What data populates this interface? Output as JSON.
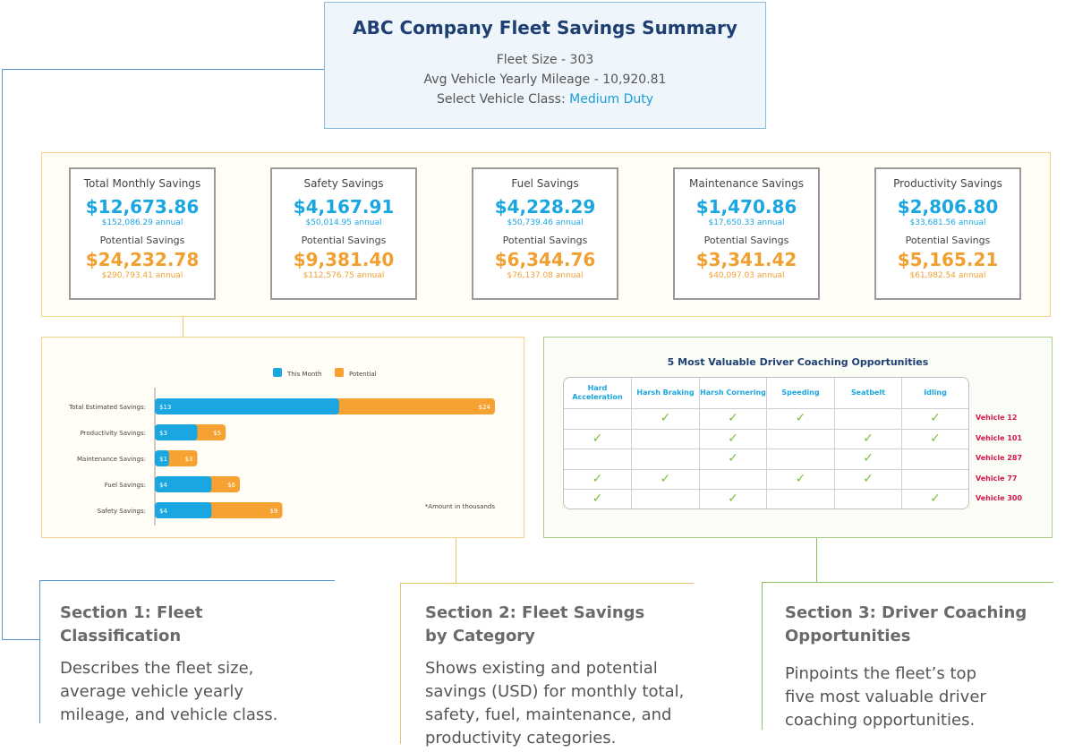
{
  "header": {
    "title": "ABC Company Fleet Savings Summary",
    "fleet_size": "Fleet Size - 303",
    "avg_mileage": "Avg Vehicle Yearly Mileage - 10,920.81",
    "class_label": "Select Vehicle Class:",
    "class_value": "Medium Duty"
  },
  "cards": [
    {
      "title": "Total Monthly Savings",
      "amount": "$12,673.86",
      "annual": "$152,086.29 annual",
      "potential_label": "Potential Savings",
      "potential_amount": "$24,232.78",
      "potential_annual": "$290,793.41 annual"
    },
    {
      "title": "Safety Savings",
      "amount": "$4,167.91",
      "annual": "$50,014.95 annual",
      "potential_label": "Potential Savings",
      "potential_amount": "$9,381.40",
      "potential_annual": "$112,576.75 annual"
    },
    {
      "title": "Fuel Savings",
      "amount": "$4,228.29",
      "annual": "$50,739.46 annual",
      "potential_label": "Potential Savings",
      "potential_amount": "$6,344.76",
      "potential_annual": "$76,137.08 annual"
    },
    {
      "title": "Maintenance Savings",
      "amount": "$1,470.86",
      "annual": "$17,650.33 annual",
      "potential_label": "Potential Savings",
      "potential_amount": "$3,341.42",
      "potential_annual": "$40,097.03 annual"
    },
    {
      "title": "Productivity Savings",
      "amount": "$2,806.80",
      "annual": "$33,681.56 annual",
      "potential_label": "Potential Savings",
      "potential_amount": "$5,165.21",
      "potential_annual": "$61,982.54 annual"
    }
  ],
  "chart_data": {
    "type": "bar",
    "orientation": "horizontal",
    "stacked": true,
    "categories": [
      "Total Estimated Savings:",
      "Productivity Savings:",
      "Maintenance Savings:",
      "Fuel Savings:",
      "Safety Savings:"
    ],
    "series": [
      {
        "name": "This Month",
        "values": [
          13,
          3,
          1,
          4,
          4
        ],
        "labels": [
          "$13",
          "$3",
          "$1",
          "$4",
          "$4"
        ],
        "color": "#1aa6e0"
      },
      {
        "name": "Potential",
        "values": [
          24,
          5,
          3,
          6,
          9
        ],
        "labels": [
          "$24",
          "$5",
          "$3",
          "$6",
          "$9"
        ],
        "color": "#f5a233"
      }
    ],
    "xlim": [
      0,
      24
    ],
    "legend": "top-center",
    "note": "*Amount in thousands",
    "grid": false
  },
  "coaching": {
    "title": "5 Most Valuable Driver Coaching Opportunities",
    "columns": [
      "Hard Acceleration",
      "Harsh Braking",
      "Harsh Cornering",
      "Speeding",
      "Seatbelt",
      "Idling"
    ],
    "rows": [
      {
        "vehicle": "Vehicle 12",
        "checks": [
          false,
          true,
          true,
          true,
          false,
          true
        ]
      },
      {
        "vehicle": "Vehicle 101",
        "checks": [
          true,
          false,
          true,
          false,
          true,
          true
        ]
      },
      {
        "vehicle": "Vehicle 287",
        "checks": [
          false,
          false,
          true,
          false,
          true,
          false
        ]
      },
      {
        "vehicle": "Vehicle 77",
        "checks": [
          true,
          true,
          false,
          true,
          true,
          false
        ]
      },
      {
        "vehicle": "Vehicle 300",
        "checks": [
          true,
          false,
          true,
          false,
          false,
          true
        ]
      }
    ],
    "check_glyph": "✓"
  },
  "sections": [
    {
      "title_1": "Section 1: Fleet",
      "title_2": "Classification",
      "desc": [
        "Describes the fleet size,",
        "average vehicle yearly",
        "mileage, and vehicle class."
      ]
    },
    {
      "title_1": "Section 2: Fleet Savings",
      "title_2": "by Category",
      "desc": [
        "Shows existing and potential",
        "savings (USD) for monthly total,",
        "safety, fuel, maintenance, and",
        "productivity categories."
      ]
    },
    {
      "title_1": "Section 3: Driver Coaching",
      "title_2": "Opportunities",
      "desc": [
        "Pinpoints the fleet’s top",
        "five most valuable driver",
        "coaching opportunities."
      ]
    }
  ]
}
